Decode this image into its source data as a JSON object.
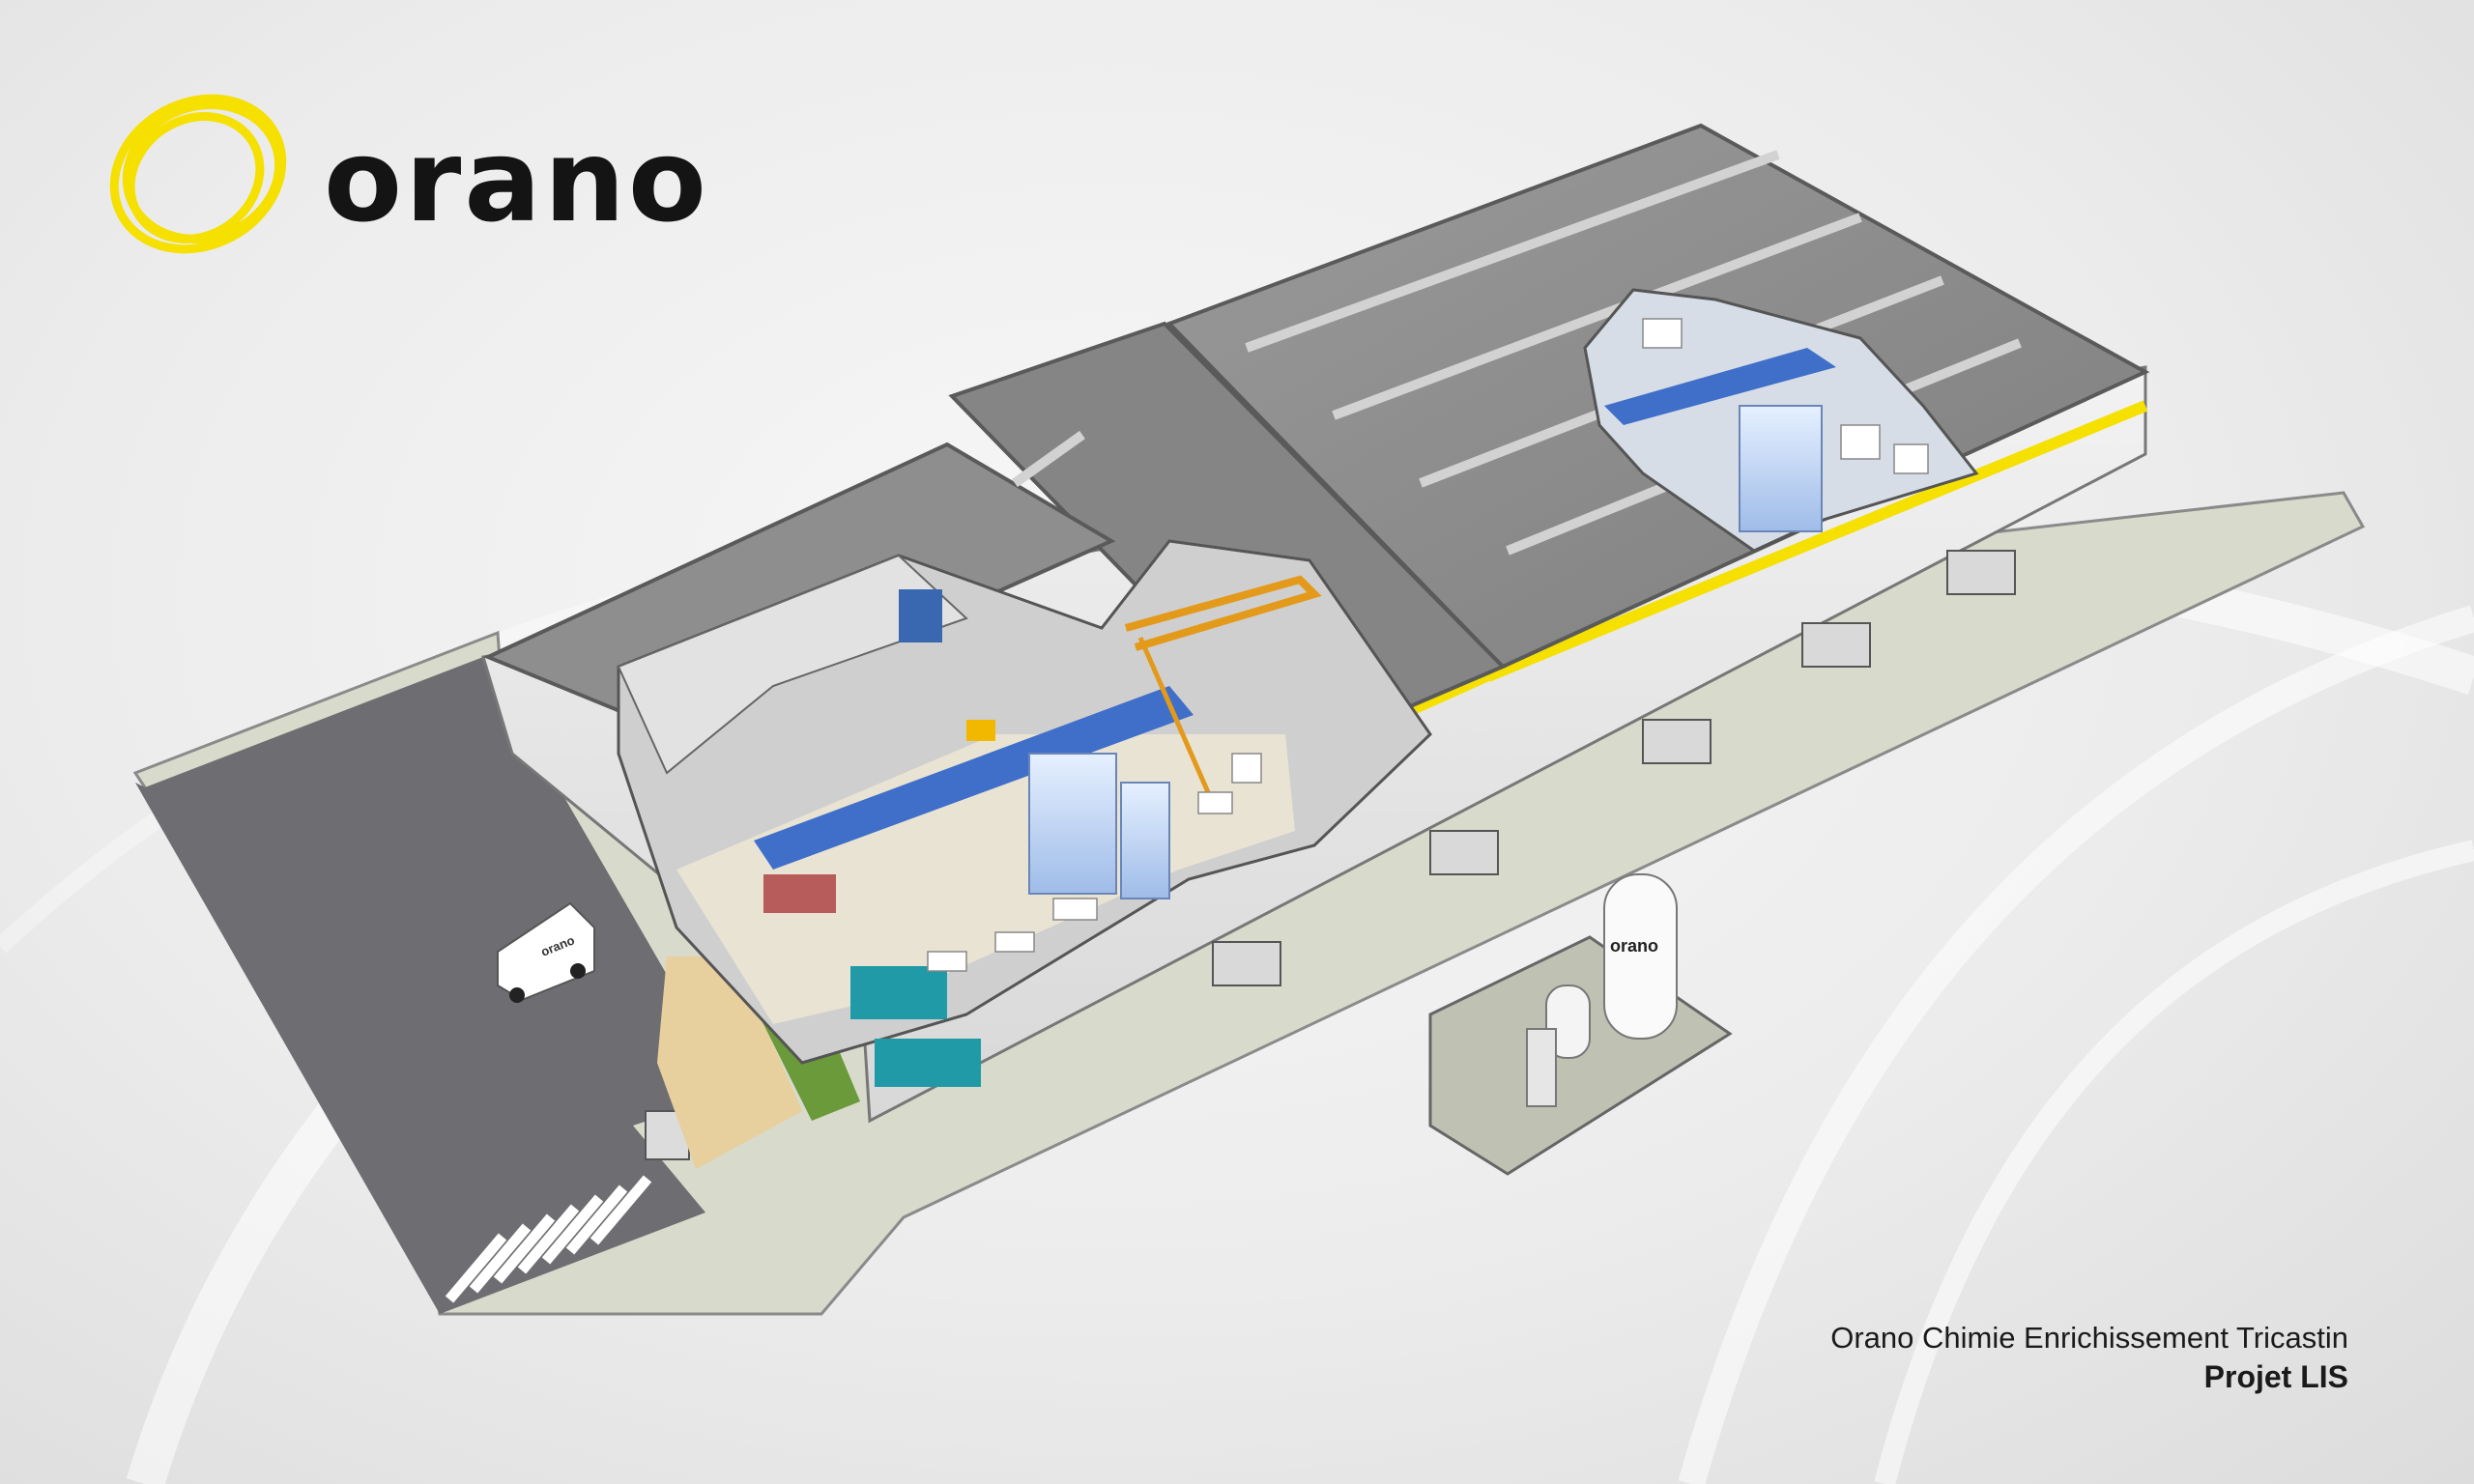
{
  "logo": {
    "wordmark": "orano",
    "ring_color": "#f5e000"
  },
  "caption": {
    "line1": "Orano Chimie Enrichissement Tricastin",
    "line2": "Projet LIS"
  },
  "van": {
    "logo_text": "orano"
  },
  "tank": {
    "logo_text": "orano"
  },
  "colors": {
    "background": "#ececec",
    "accent_yellow": "#f5e000",
    "roof": "#8d8d8d",
    "wall": "#e8e8e8",
    "parking": "#6e6e72",
    "ground": "#d6d8c6",
    "lab_blue": "#3f6fc8"
  }
}
